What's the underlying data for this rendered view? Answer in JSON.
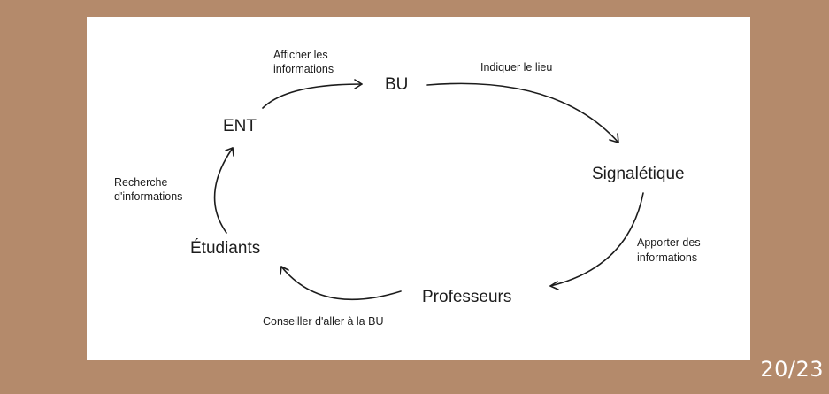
{
  "diagram": {
    "nodes": {
      "bu": "BU",
      "ent": "ENT",
      "signaletique": "Signalétique",
      "etudiants": "Étudiants",
      "professeurs": "Professeurs"
    },
    "edges": {
      "ent_to_bu": [
        "Afficher les",
        "informations"
      ],
      "bu_to_signaletique": [
        "Indiquer le lieu"
      ],
      "signaletique_to_professeurs": [
        "Apporter des",
        "informations"
      ],
      "professeurs_to_etudiants": [
        "Conseiller d'aller à la BU"
      ],
      "etudiants_to_ent": [
        "Recherche",
        "d'informations"
      ]
    }
  },
  "footer": {
    "page_number": "20/23"
  },
  "colors": {
    "background": "#b48a6b",
    "panel": "#ffffff",
    "ink": "#1c1c1c",
    "page_number": "#ffffff"
  }
}
